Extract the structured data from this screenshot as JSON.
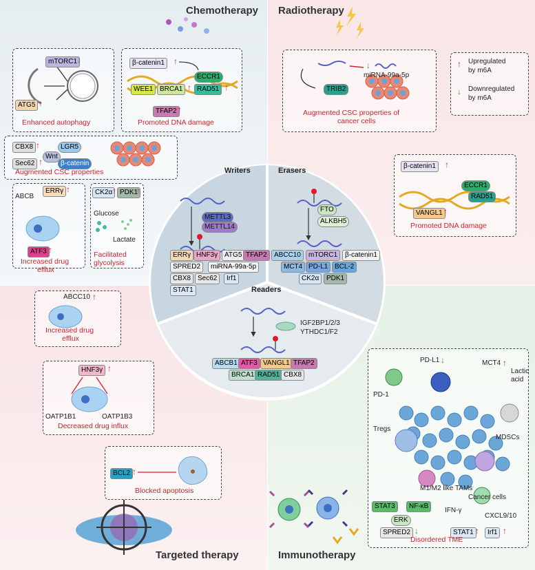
{
  "quadrants": {
    "chemo": "Chemotherapy",
    "radio": "Radiotherapy",
    "targeted": "Targeted therapy",
    "immuno": "Immunotherapy"
  },
  "center": {
    "writers": {
      "title": "Writers",
      "enzymes": [
        "METTL3",
        "METTL14"
      ],
      "targets": [
        "ERRγ",
        "HNF3γ",
        "ATG5",
        "TFAP2",
        "SPRED2",
        "miRNA-99a-5p",
        "CBX8",
        "Sec62",
        "Irf1",
        "STAT1"
      ]
    },
    "erasers": {
      "title": "Erasers",
      "enzymes": [
        "FTO",
        "ALKBH5"
      ],
      "targets": [
        "ABCC10",
        "mTORC1",
        "β-catenin1",
        "MCT4",
        "PD-L1",
        "BCL-2",
        "CK2α",
        "PDK1"
      ]
    },
    "readers": {
      "title": "Readers",
      "enzymes": [
        "IGF2BP1/2/3",
        "YTHDC1/F2"
      ],
      "targets": [
        "ABCB1",
        "ATF3",
        "VANGL1",
        "TFAP2",
        "BRCA1",
        "RAD51",
        "CBX8"
      ]
    }
  },
  "legend": {
    "up": "Upregulated by m6A",
    "up_l1": "Upregulated",
    "up_l2": "by m6A",
    "down_l1": "Downregulated",
    "down_l2": "by m6A"
  },
  "chemo": {
    "autophagy": {
      "mtorc1": "mTORC1",
      "atg5": "ATG5",
      "caption": "Enhanced autophagy"
    },
    "dna": {
      "bcat": "β-catenin1",
      "eccr1": "ECCR1",
      "wee1": "WEE1",
      "brca1": "BRCA1",
      "rad51": "RAD51",
      "tfap2": "TFAP2",
      "caption": "Promoted DNA damage"
    },
    "csc": {
      "cbx8": "CBX8",
      "lgr5": "LGR5",
      "wnt": "Wnt",
      "sec62": "Sec62",
      "bcat": "β-catenin",
      "caption": "Augmented CSC properties"
    },
    "efflux": {
      "abcb": "ABCB",
      "errg": "ERRγ",
      "atf3": "ATF3",
      "cap1": "Increased drug",
      "cap2": "efflux"
    },
    "glyco": {
      "ck2a": "CK2α",
      "pdk1": "PDK1",
      "glucose": "Glucose",
      "lactate": "Lactate",
      "cap1": "Facilitated",
      "cap2": "glycolysis"
    }
  },
  "radio": {
    "csc": {
      "mirna": "miRNA-99a-5p",
      "trib2": "TRIB2",
      "cap1": "Augmented CSC properties of",
      "cap2": "cancer cells"
    },
    "dna": {
      "bcat": "β-catenin1",
      "eccr1": "ECCR1",
      "rad51": "RAD51",
      "vangl1": "VANGL1",
      "caption": "Promoted DNA damage"
    }
  },
  "targeted": {
    "efflux": {
      "abcc10": "ABCC10",
      "cap1": "Increased drug",
      "cap2": "efflux"
    },
    "influx": {
      "hnf3g": "HNF3γ",
      "oatp1": "OATP1B1",
      "oatp3": "OATP1B3",
      "caption": "Decreased drug influx"
    },
    "apop": {
      "bcl2": "BCL2",
      "caption": "Blocked apoptosis"
    }
  },
  "immuno": {
    "pd1": "PD-1",
    "pdl1": "PD-L1",
    "mct4": "MCT4",
    "lactic1": "Lactic",
    "lactic2": "acid",
    "tregs": "Tregs",
    "mdscs": "MDSCs",
    "tams": "M1/M2 like TAMs",
    "cancer": "Cancer cells",
    "stat3": "STAT3",
    "nfkb": "NF-κB",
    "erk": "ERK",
    "spred2": "SPRED2",
    "ifng": "IFN-γ",
    "cxcl": "CXCL9/10",
    "stat1": "STAT1",
    "irf1": "Irf1",
    "caption": "Disordered TME"
  }
}
